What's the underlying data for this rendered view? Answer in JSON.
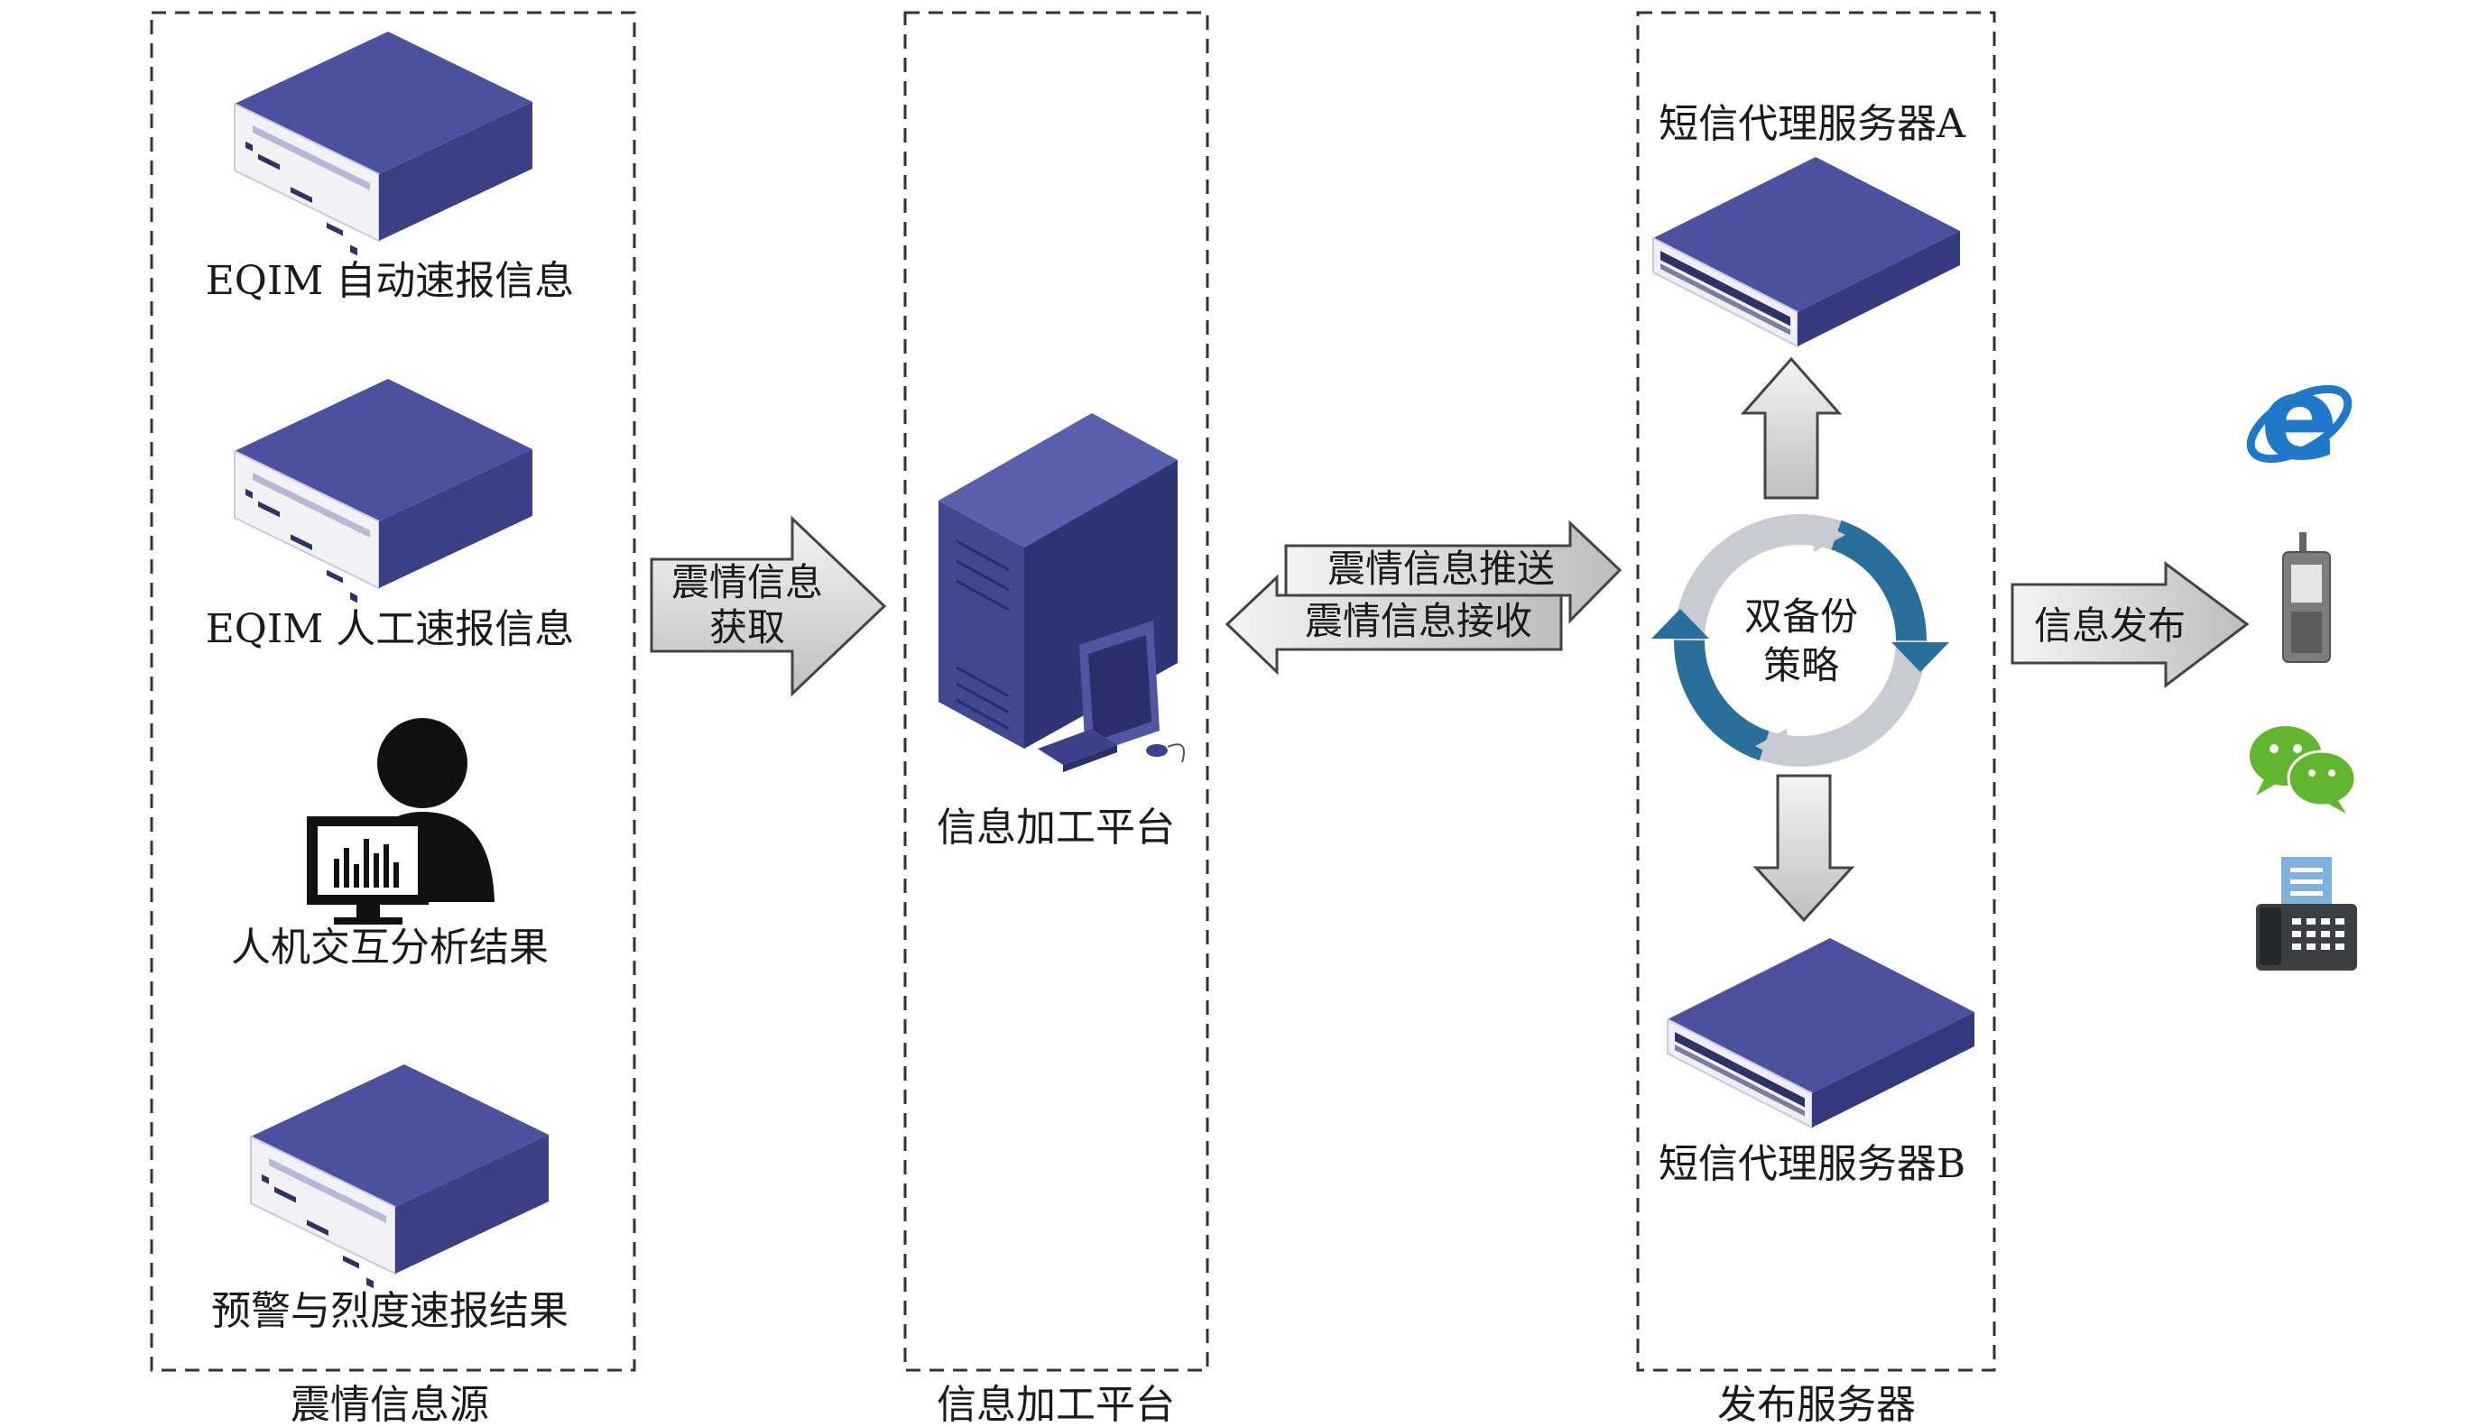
{
  "sections": {
    "source": "震情信息源",
    "platform": "信息加工平台",
    "server": "发布服务器"
  },
  "sources": [
    {
      "label": "EQIM 自动速报信息",
      "icon": "server-icon"
    },
    {
      "label": "EQIM 人工速报信息",
      "icon": "server-icon"
    },
    {
      "label": "人机交互分析结果",
      "icon": "analyst-workstation-icon"
    },
    {
      "label": "预警与烈度速报结果",
      "icon": "server-icon"
    }
  ],
  "arrows": {
    "acquire": [
      "震情信息",
      "获取"
    ],
    "push": "震情信息推送",
    "receive": "震情信息接收",
    "publish": "信息发布"
  },
  "platform_node": {
    "label": "信息加工平台",
    "icon": "tower-computer-icon"
  },
  "servers": {
    "a": "短信代理服务器A",
    "b": "短信代理服务器B",
    "strategy": [
      "双备份",
      "策略"
    ]
  },
  "channels": [
    "ie-browser-icon",
    "mobile-phone-icon",
    "wechat-icon",
    "fax-machine-icon"
  ],
  "colors": {
    "server_top": "#4b519f",
    "server_side": "#3a3f86",
    "server_front": "#f2f2f6",
    "arrow_fill": "#d9d9d9",
    "cycle_blue": "#2a6e9a",
    "cycle_gray": "#c8ccd2"
  }
}
